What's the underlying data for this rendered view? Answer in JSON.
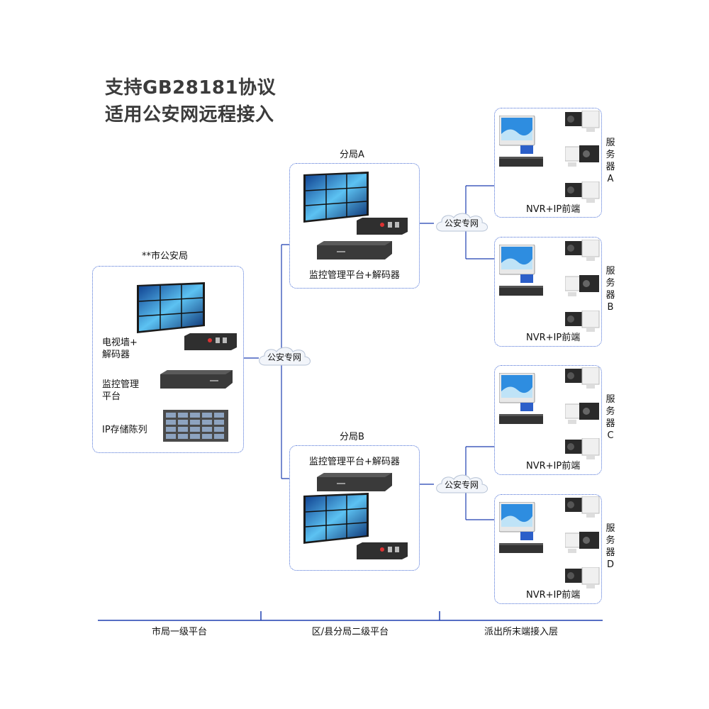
{
  "headline": {
    "line1": "支持GB28181协议",
    "line2": "适用公安网远程接入"
  },
  "city": {
    "title": "**市公安局",
    "tv_label_1": "电视墙+",
    "tv_label_2": "解码器",
    "platform_label_1": "监控管理",
    "platform_label_2": "平台",
    "storage_label": "IP存储陈列"
  },
  "network_label": "公安专网",
  "branch_a": {
    "title": "分局A",
    "label": "监控管理平台+解码器"
  },
  "branch_b": {
    "title": "分局B",
    "label": "监控管理平台+解码器"
  },
  "front_end_label": "NVR+IP前端",
  "servers": [
    {
      "c1": "服",
      "c2": "务",
      "c3": "器",
      "id": "A"
    },
    {
      "c1": "服",
      "c2": "务",
      "c3": "器",
      "id": "B"
    },
    {
      "c1": "服",
      "c2": "务",
      "c3": "器",
      "id": "C"
    },
    {
      "c1": "服",
      "c2": "务",
      "c3": "器",
      "id": "D"
    }
  ],
  "footer": {
    "col1": "市局一级平台",
    "col2": "区/县分局二级平台",
    "col3": "派出所末端接入层"
  },
  "colors": {
    "line": "#1e3fb0",
    "box_border": "#4a6fd6",
    "screen": "#2e8de0",
    "device": "#333333"
  }
}
